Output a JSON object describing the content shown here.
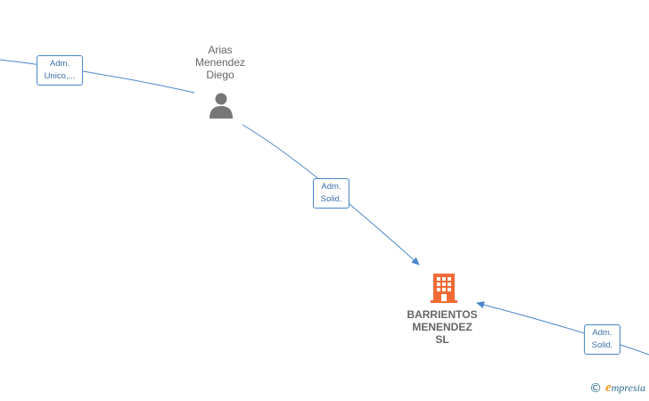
{
  "nodes": {
    "person": {
      "name_lines": [
        "Arias",
        "Menendez",
        "Diego"
      ],
      "icon": "person-icon",
      "icon_color": "#777777"
    },
    "company": {
      "name_lines": [
        "BARRIENTOS",
        "MENENDEZ",
        "SL"
      ],
      "icon": "building-icon",
      "icon_color": "#f26b36"
    }
  },
  "edges": [
    {
      "label_lines": [
        "Adm.",
        "Unico,..."
      ]
    },
    {
      "label_lines": [
        "Adm.",
        "Solid."
      ]
    },
    {
      "label_lines": [
        "Adm.",
        "Solid."
      ]
    }
  ],
  "colors": {
    "edge": "#4a86c8",
    "label_text": "#3c6fa8"
  },
  "brand": {
    "copyright": "©",
    "name_initial": "e",
    "name_rest": "mpresia"
  }
}
